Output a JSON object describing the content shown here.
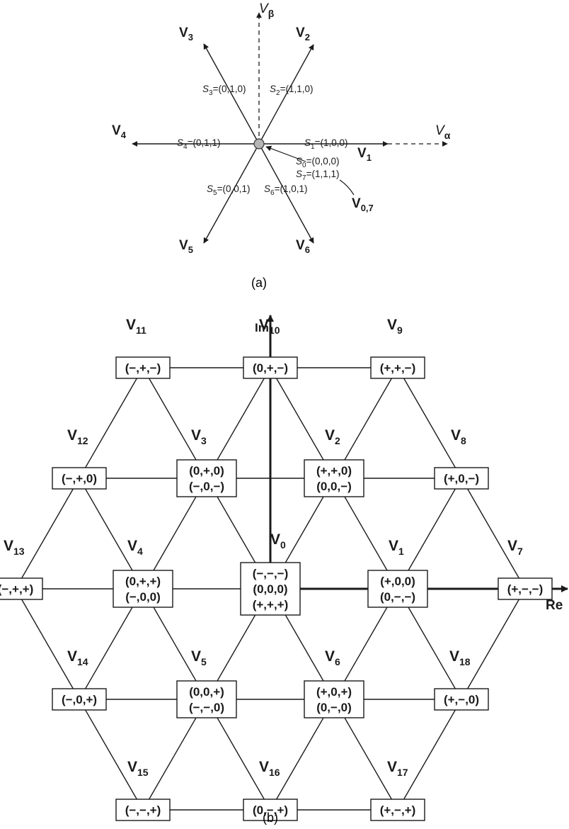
{
  "figure_a": {
    "caption": "(a)",
    "axis_alpha": {
      "base": "V",
      "sub": "α"
    },
    "axis_beta": {
      "base": "V",
      "sub": "β"
    },
    "vectors": [
      {
        "id": "v1",
        "base": "V",
        "sub": "1"
      },
      {
        "id": "v2",
        "base": "V",
        "sub": "2"
      },
      {
        "id": "v3",
        "base": "V",
        "sub": "3"
      },
      {
        "id": "v4",
        "base": "V",
        "sub": "4"
      },
      {
        "id": "v5",
        "base": "V",
        "sub": "5"
      },
      {
        "id": "v6",
        "base": "V",
        "sub": "6"
      },
      {
        "id": "v07",
        "base": "V",
        "sub": "0,7"
      }
    ],
    "states": [
      {
        "id": "s1",
        "sym": "S",
        "sub": "1",
        "val": "=(1,0,0)"
      },
      {
        "id": "s2",
        "sym": "S",
        "sub": "2",
        "val": "=(1,1,0)"
      },
      {
        "id": "s3",
        "sym": "S",
        "sub": "3",
        "val": "=(0,1,0)"
      },
      {
        "id": "s4",
        "sym": "S",
        "sub": "4",
        "val": "=(0,1,1)"
      },
      {
        "id": "s5",
        "sym": "S",
        "sub": "5",
        "val": "=(0,0,1)"
      },
      {
        "id": "s6",
        "sym": "S",
        "sub": "6",
        "val": "=(1,0,1)"
      },
      {
        "id": "s0",
        "sym": "S",
        "sub": "0",
        "val": "=(0,0,0)"
      },
      {
        "id": "s7",
        "sym": "S",
        "sub": "7",
        "val": "=(1,1,1)"
      }
    ]
  },
  "figure_b": {
    "caption": "(b)",
    "axis_im": "Im",
    "axis_re": "Re",
    "vector_labels": [
      {
        "id": "v0",
        "base": "V",
        "sub": "0"
      },
      {
        "id": "v1",
        "base": "V",
        "sub": "1"
      },
      {
        "id": "v2",
        "base": "V",
        "sub": "2"
      },
      {
        "id": "v3",
        "base": "V",
        "sub": "3"
      },
      {
        "id": "v4",
        "base": "V",
        "sub": "4"
      },
      {
        "id": "v5",
        "base": "V",
        "sub": "5"
      },
      {
        "id": "v6",
        "base": "V",
        "sub": "6"
      },
      {
        "id": "v7",
        "base": "V",
        "sub": "7"
      },
      {
        "id": "v8",
        "base": "V",
        "sub": "8"
      },
      {
        "id": "v9",
        "base": "V",
        "sub": "9"
      },
      {
        "id": "v10",
        "base": "V",
        "sub": "10"
      },
      {
        "id": "v11",
        "base": "V",
        "sub": "11"
      },
      {
        "id": "v12",
        "base": "V",
        "sub": "12"
      },
      {
        "id": "v13",
        "base": "V",
        "sub": "13"
      },
      {
        "id": "v14",
        "base": "V",
        "sub": "14"
      },
      {
        "id": "v15",
        "base": "V",
        "sub": "15"
      },
      {
        "id": "v16",
        "base": "V",
        "sub": "16"
      },
      {
        "id": "v17",
        "base": "V",
        "sub": "17"
      },
      {
        "id": "v18",
        "base": "V",
        "sub": "18"
      }
    ],
    "state_boxes": [
      {
        "id": "n0",
        "lines": [
          "(−,−,−)",
          "(0,0,0)",
          "(+,+,+)"
        ]
      },
      {
        "id": "n1",
        "lines": [
          "(+,0,0)",
          "(0,−,−)"
        ]
      },
      {
        "id": "n2",
        "lines": [
          "(+,+,0)",
          "(0,0,−)"
        ]
      },
      {
        "id": "n3",
        "lines": [
          "(0,+,0)",
          "(−,0,−)"
        ]
      },
      {
        "id": "n4",
        "lines": [
          "(0,+,+)",
          "(−,0,0)"
        ]
      },
      {
        "id": "n5",
        "lines": [
          "(0,0,+)",
          "(−,−,0)"
        ]
      },
      {
        "id": "n6",
        "lines": [
          "(+,0,+)",
          "(0,−,0)"
        ]
      },
      {
        "id": "n7",
        "lines": [
          "(+,−,−)"
        ]
      },
      {
        "id": "n8",
        "lines": [
          "(+,0,−)"
        ]
      },
      {
        "id": "n9",
        "lines": [
          "(+,+,−)"
        ]
      },
      {
        "id": "n10",
        "lines": [
          "(0,+,−)"
        ]
      },
      {
        "id": "n11",
        "lines": [
          "(−,+,−)"
        ]
      },
      {
        "id": "n12",
        "lines": [
          "(−,+,0)"
        ]
      },
      {
        "id": "n13",
        "lines": [
          "(−,+,+)"
        ]
      },
      {
        "id": "n14",
        "lines": [
          "(−,0,+)"
        ]
      },
      {
        "id": "n15",
        "lines": [
          "(−,−,+)"
        ]
      },
      {
        "id": "n16",
        "lines": [
          "(0,−,+)"
        ]
      },
      {
        "id": "n17",
        "lines": [
          "(+,−,+)"
        ]
      },
      {
        "id": "n18",
        "lines": [
          "(+,−,0)"
        ]
      }
    ]
  }
}
